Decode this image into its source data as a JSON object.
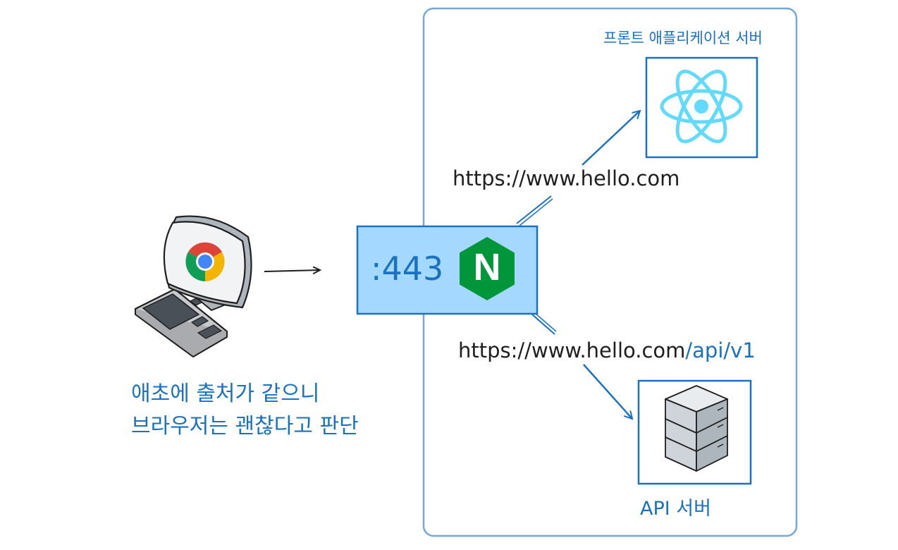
{
  "server_group": {
    "front_server_label": "프론트 애플리케이션 서버",
    "api_server_label": "API 서버"
  },
  "proxy": {
    "port_label": ":443",
    "logo_letter": "N"
  },
  "routes": {
    "front_url": "https://www.hello.com",
    "api_url_base": "https://www.hello.com",
    "api_url_path": "/api/v1"
  },
  "client": {
    "caption_lines": [
      "애초에 출처가 같으니",
      "브라우저는 괜찮다고 판단"
    ]
  },
  "colors": {
    "accent_blue": "#1971c2",
    "nginx_box_fill": "#a5d8ff",
    "nginx_green": "#009639",
    "react_cyan": "#61dafb",
    "chrome_red": "#db4437",
    "chrome_yellow": "#f4b400",
    "chrome_green": "#0f9d58",
    "chrome_blue": "#4285f4"
  },
  "icons": [
    "desktop-computer-icon",
    "chrome-icon",
    "nginx-icon",
    "react-icon",
    "server-stack-icon"
  ]
}
